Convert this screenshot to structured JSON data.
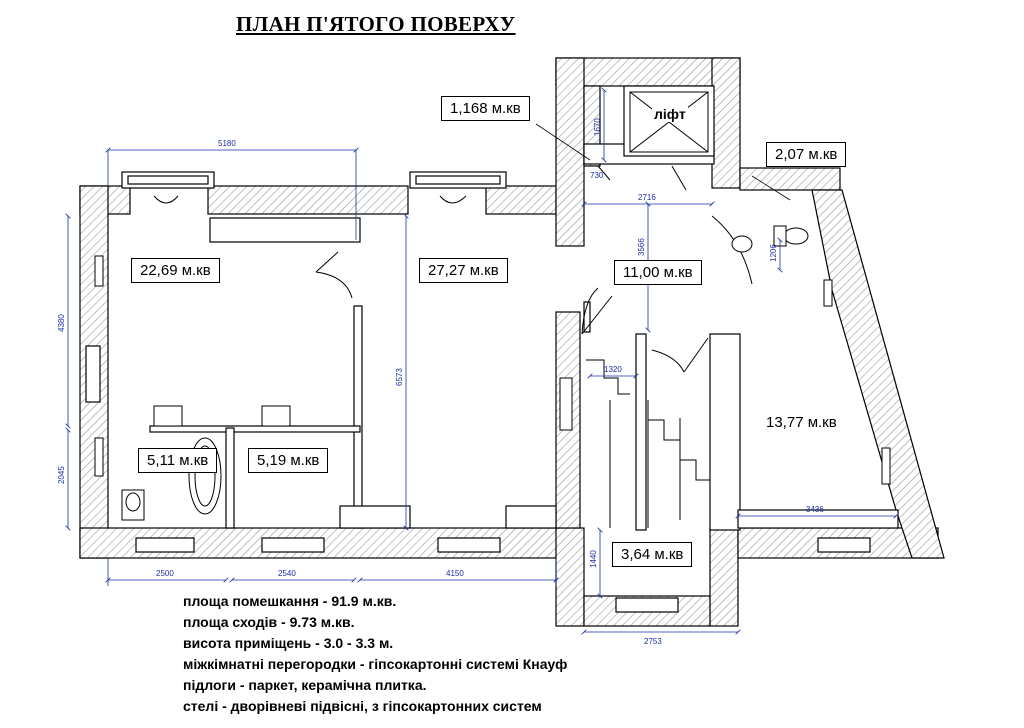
{
  "title": "ПЛАН П'ЯТОГО  ПОВЕРХУ",
  "rooms": [
    {
      "id": "room-1",
      "area": "22,69 м.кв"
    },
    {
      "id": "room-2",
      "area": "27,27 м.кв"
    },
    {
      "id": "room-3",
      "area": "11,00 м.кв"
    },
    {
      "id": "room-4",
      "area": "13,77 м.кв"
    },
    {
      "id": "room-5",
      "area": "5,11 м.кв"
    },
    {
      "id": "room-6",
      "area": "5,19 м.кв"
    },
    {
      "id": "room-7",
      "area": "3,64 м.кв"
    },
    {
      "id": "room-8",
      "area": "1,168 м.кв"
    },
    {
      "id": "room-9",
      "area": "2,07 м.кв"
    }
  ],
  "lift_label": "ліфт",
  "dimensions": {
    "d5180": "5180",
    "d4380": "4380",
    "d2045": "2045",
    "d2500": "2500",
    "d2540": "2540",
    "d4150": "4150",
    "d6573": "6573",
    "d1670": "1670",
    "d730": "730",
    "d2716": "2716",
    "d3566": "3566",
    "d1320": "1320",
    "d1440": "1440",
    "d2753": "2753",
    "d3436": "3436",
    "d1206": "1206"
  },
  "notes": [
    "площа помешкання - 91.9 м.кв.",
    "площа сходів - 9.73 м.кв.",
    "висота приміщень - 3.0 - 3.3 м.",
    "міжкімнатні перегородки - гіпсокартонні системі Кнауф",
    "підлоги - паркет, керамічна плитка.",
    "стелі - дворівневі підвісні, з гіпсокартонних систем"
  ],
  "colors": {
    "dimension": "#1a2fa8",
    "wall": "#000000",
    "hatch": "#9a9a9a"
  }
}
